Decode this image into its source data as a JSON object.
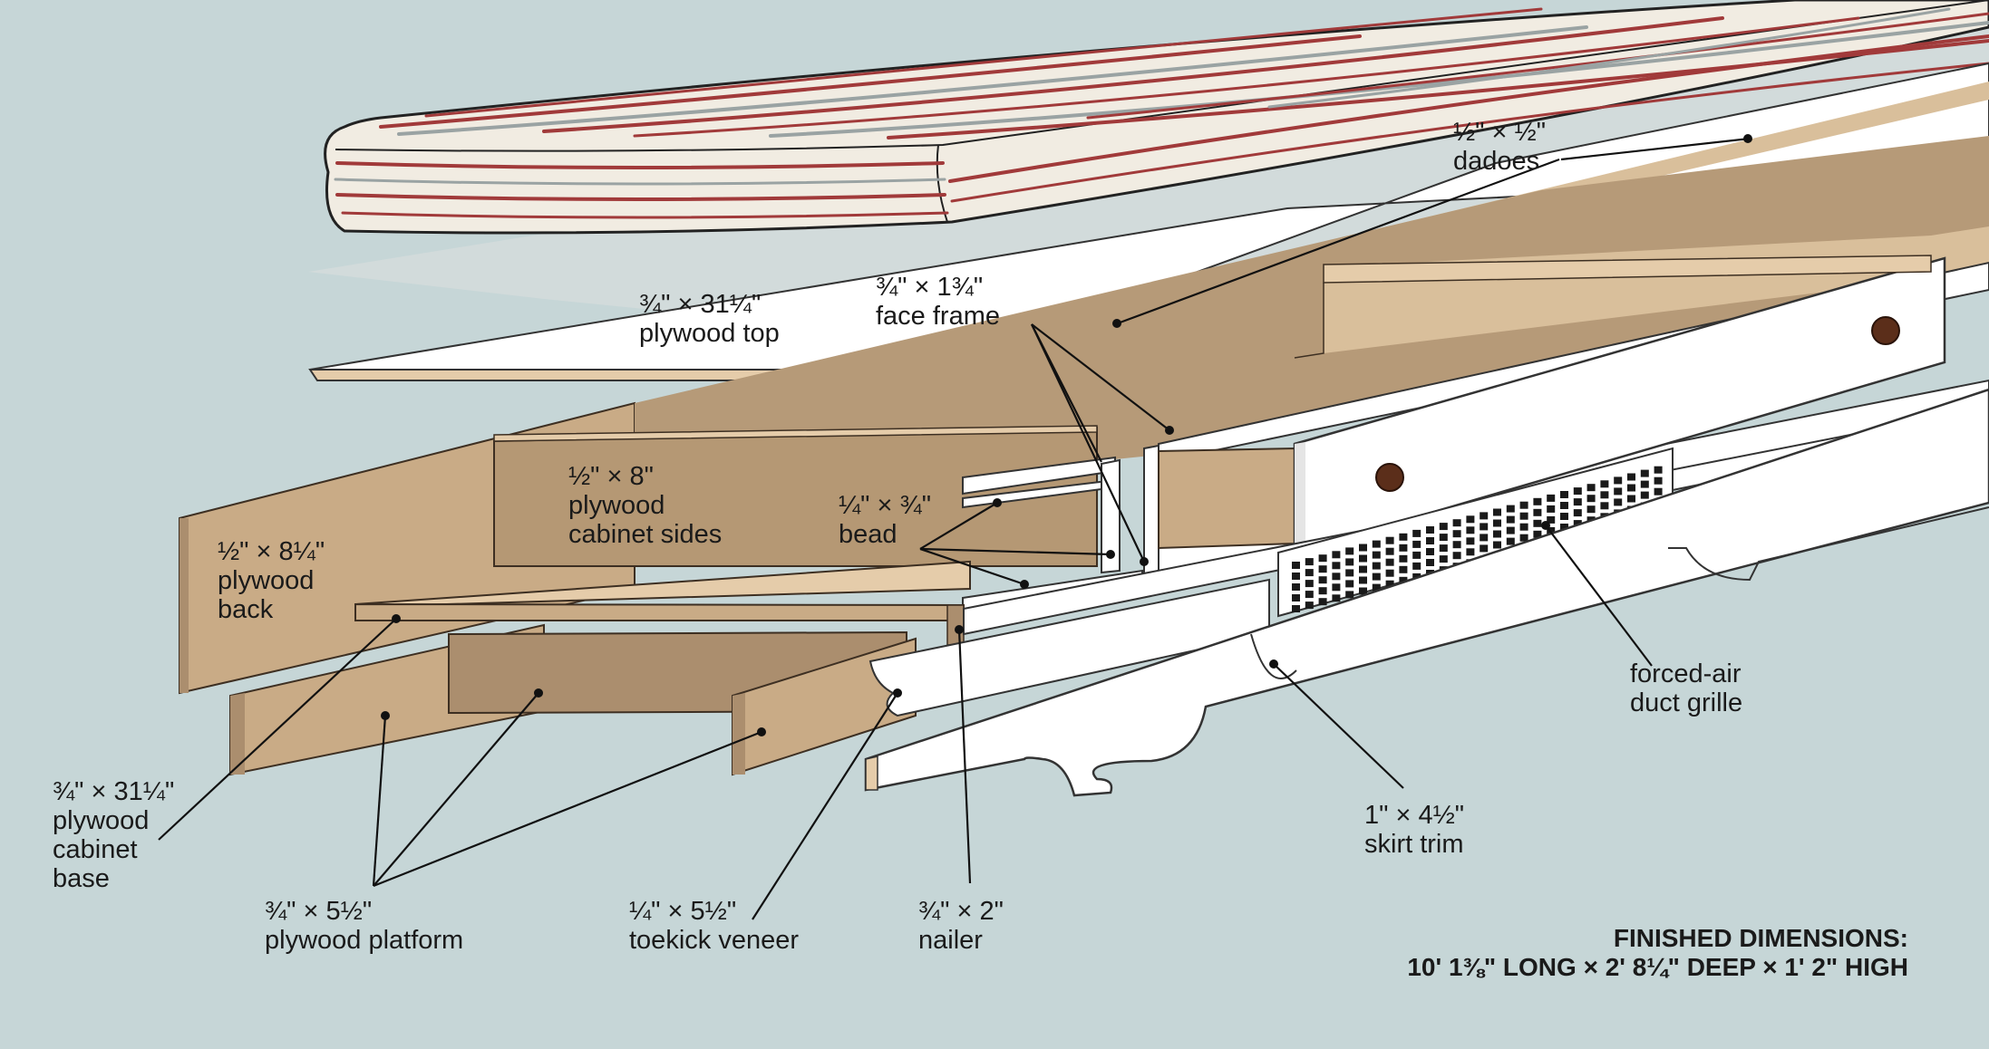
{
  "labels": {
    "dadoes": [
      "½\" × ½\"",
      "dadoes"
    ],
    "face_frame": [
      "¾\" × 1¾\"",
      "face frame"
    ],
    "plywood_top": [
      "¾\" × 31¼\"",
      "plywood top"
    ],
    "cabinet_sides": [
      "½\" × 8\"",
      "plywood",
      "cabinet sides"
    ],
    "bead": [
      "¼\" × ¾\"",
      "bead"
    ],
    "back": [
      "½\" × 8¼\"",
      "plywood",
      "back"
    ],
    "cabinet_base": [
      "¾\" × 31¼\"",
      "plywood",
      "cabinet",
      "base"
    ],
    "platform": [
      "¾\" × 5½\"",
      "plywood platform"
    ],
    "toekick": [
      "¼\" × 5½\"",
      "toekick veneer"
    ],
    "nailer": [
      "¾\" × 2\"",
      "nailer"
    ],
    "grille": [
      "forced-air",
      "duct grille"
    ],
    "skirt": [
      "1\" × 4½\"",
      "skirt trim"
    ]
  },
  "finished": {
    "heading": "FINISHED DIMENSIONS:",
    "value": "10' 1⅜\" LONG × 2' 8¼\" DEEP × 1' 2\" HIGH"
  },
  "colors": {
    "background": "#c6d6d7",
    "cushion_stripe": "#a13a3a",
    "cushion_stripe_gray": "#9aa3a3",
    "wood_light": "#e5ccaa",
    "wood_mid": "#c9ab86",
    "wood_dark": "#ab8e6e",
    "knob": "#5b2e1a"
  }
}
